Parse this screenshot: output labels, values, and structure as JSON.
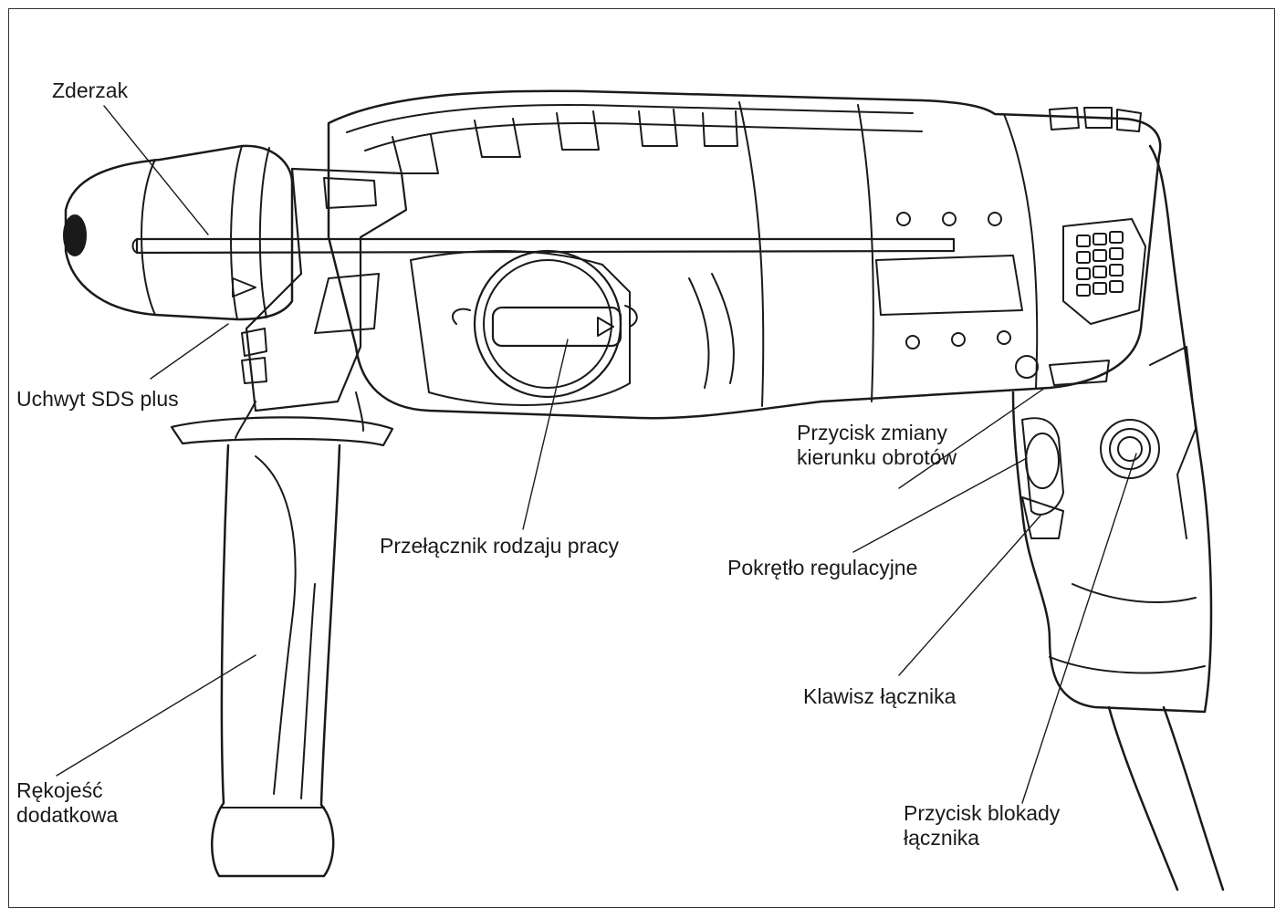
{
  "labels": {
    "zderzak": "Zderzak",
    "uchwyt": "Uchwyt SDS plus",
    "przycisk_zmiany_1": "Przycisk zmiany",
    "przycisk_zmiany_2": "kierunku obrotów",
    "przelacznik": "Przełącznik rodzaju pracy",
    "pokretlo": "Pokrętło regulacyjne",
    "klawisz": "Klawisz łącznika",
    "rekojesc_1": "Rękojeść",
    "rekojesc_2": "dodatkowa",
    "blokada_1": "Przycisk blokady",
    "blokada_2": "łącznika"
  },
  "colors": {
    "line": "#1a1a1a",
    "text": "#1a1a1a",
    "background": "#ffffff"
  }
}
